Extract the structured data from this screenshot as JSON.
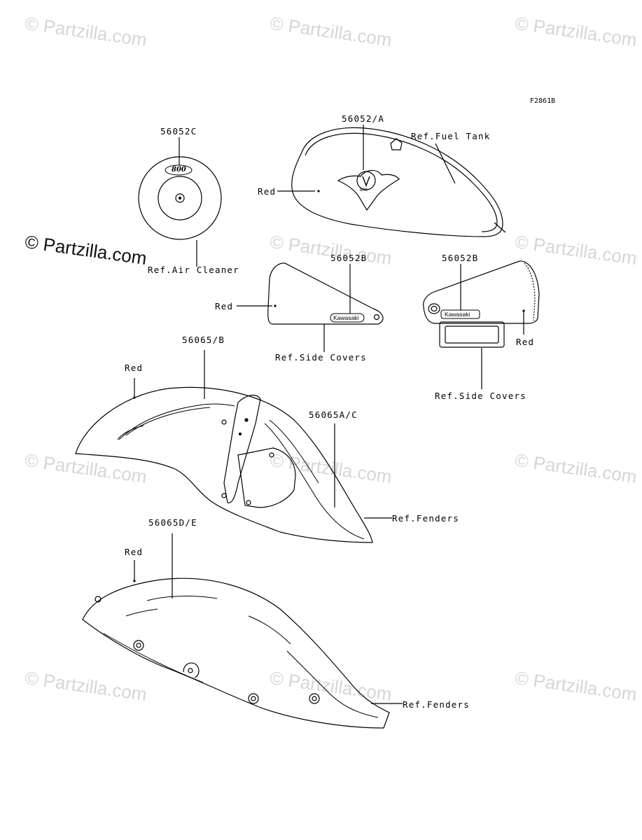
{
  "figure_code": "F2861B",
  "watermark": {
    "text": "© Partzilla.com"
  },
  "parts": {
    "air_cleaner": {
      "part_no": "56052C",
      "badge": "800",
      "ref": "Ref.Air Cleaner"
    },
    "fuel_tank": {
      "part_no": "56052/A",
      "ref": "Ref.Fuel Tank",
      "color": "Red",
      "badge": "V",
      "badge_sub": "800"
    },
    "side_cover_left": {
      "part_no": "56052B",
      "ref": "Ref.Side Covers",
      "color": "Red",
      "emblem": "Kawasaki"
    },
    "side_cover_right": {
      "part_no": "56052B",
      "ref": "Ref.Side Covers",
      "color": "Red",
      "emblem": "Kawasaki"
    },
    "front_fender": {
      "part_no_top": "56065/B",
      "part_no_side": "56065A/C",
      "ref": "Ref.Fenders",
      "color": "Red"
    },
    "rear_fender": {
      "part_no": "56065D/E",
      "ref": "Ref.Fenders",
      "color": "Red"
    }
  },
  "colors": {
    "line": "#000000",
    "watermark": "#d6d6d6",
    "background": "#ffffff"
  }
}
